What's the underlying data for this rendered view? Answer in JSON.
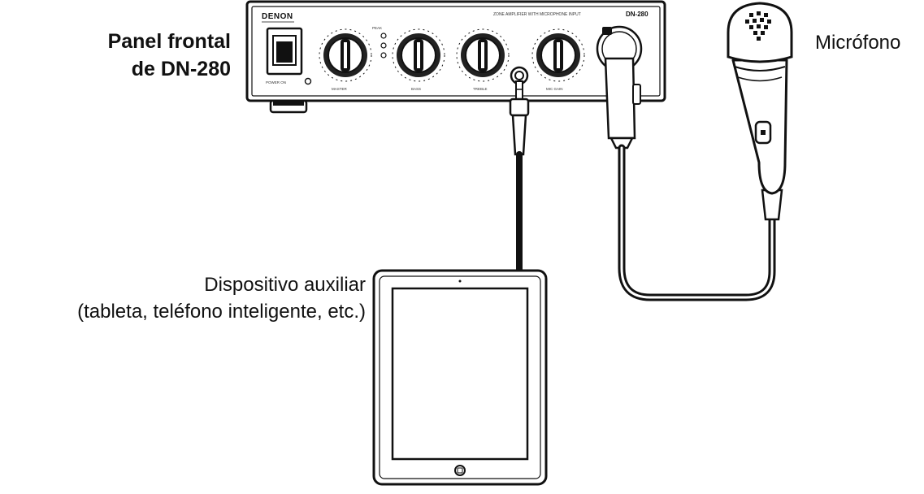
{
  "labels": {
    "panel_line1": "Panel frontal",
    "panel_line2": "de DN-280",
    "microphone": "Micrófono",
    "aux_line1": "Dispositivo auxiliar",
    "aux_line2": "(tableta, teléfono inteligente, etc.)"
  },
  "device": {
    "brand": "DENON",
    "model": "DN-280",
    "subtitle": "ZONE AMPLIFIER WITH MICROPHONE INPUT",
    "power_label": "POWER ON",
    "knob_labels": [
      "MASTER",
      "BASS",
      "TREBLE",
      "MIC GAIN"
    ],
    "peak_label": "PEAK"
  }
}
